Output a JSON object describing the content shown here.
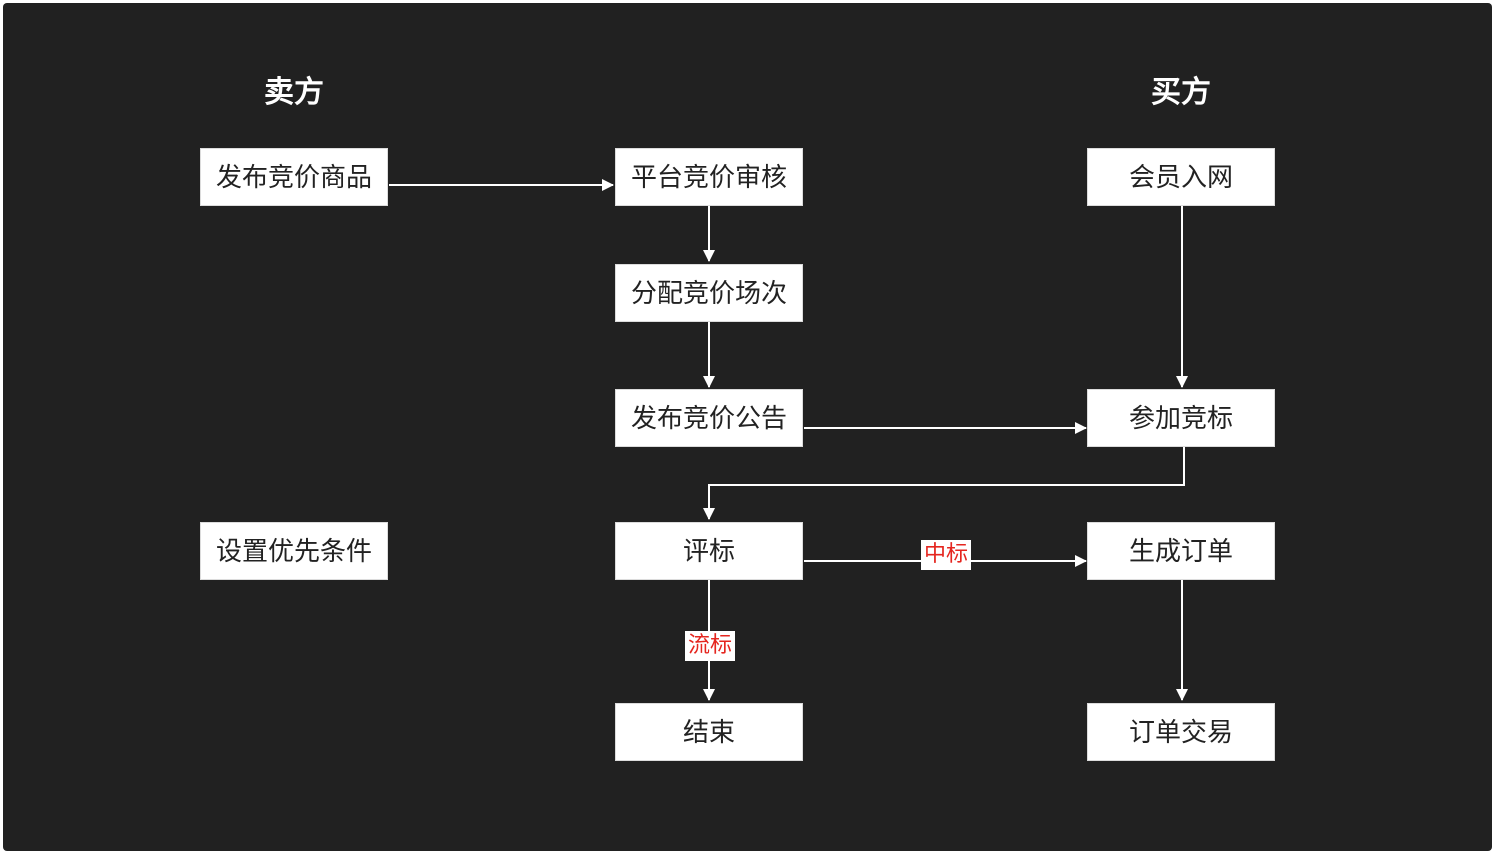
{
  "lanes": {
    "seller": "卖方",
    "buyer": "买方"
  },
  "nodes": {
    "publish_item": "发布竞价商品",
    "platform_review": "平台竞价审核",
    "assign_session": "分配竞价场次",
    "publish_notice": "发布竞价公告",
    "set_priority": "设置优先条件",
    "evaluate": "评标",
    "end": "结束",
    "member_join": "会员入网",
    "join_bid": "参加竞标",
    "create_order": "生成订单",
    "order_trade": "订单交易"
  },
  "edge_labels": {
    "won": "中标",
    "failed": "流标"
  },
  "colors": {
    "background": "#212121",
    "node_fill": "#ffffff",
    "edge": "#ffffff",
    "label_text": "#e5261f"
  }
}
